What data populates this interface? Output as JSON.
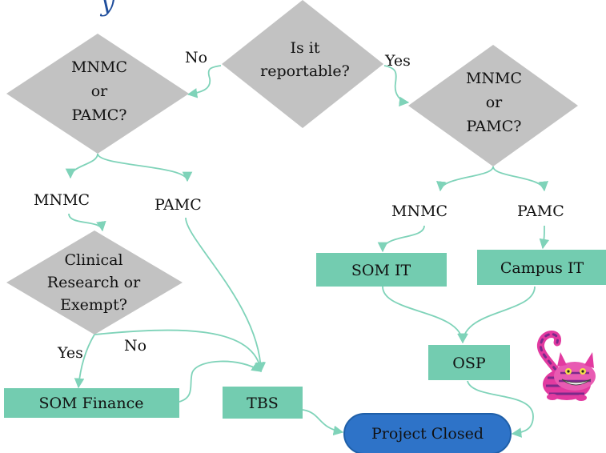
{
  "colors": {
    "decision_fill": "#c2c2c2",
    "process_fill": "#73ccb0",
    "terminal_fill": "#2e73c8",
    "terminal_border": "#1f5fa8",
    "connector": "#7fd3b9",
    "header_mark": "#1f4e9c"
  },
  "header": {
    "partial_text": "y"
  },
  "decisions": {
    "reportable": [
      "Is it",
      "reportable?"
    ],
    "left_site": [
      "MNMC",
      "or",
      "PAMC?"
    ],
    "right_site": [
      "MNMC",
      "or",
      "PAMC?"
    ],
    "clinical": [
      "Clinical",
      "Research or",
      "Exempt?"
    ]
  },
  "branch_labels": {
    "no_top": "No",
    "yes_top": "Yes",
    "left_mnmc": "MNMC",
    "left_pamc": "PAMC",
    "right_mnmc": "MNMC",
    "right_pamc": "PAMC",
    "clinical_yes": "Yes",
    "clinical_no": "No"
  },
  "processes": {
    "som_it": "SOM IT",
    "campus_it": "Campus IT",
    "osp": "OSP",
    "som_finance": "SOM Finance",
    "tbs": "TBS"
  },
  "terminal": {
    "label": "Project Closed"
  },
  "decoration": {
    "icon": "cheshire-cat-icon"
  }
}
